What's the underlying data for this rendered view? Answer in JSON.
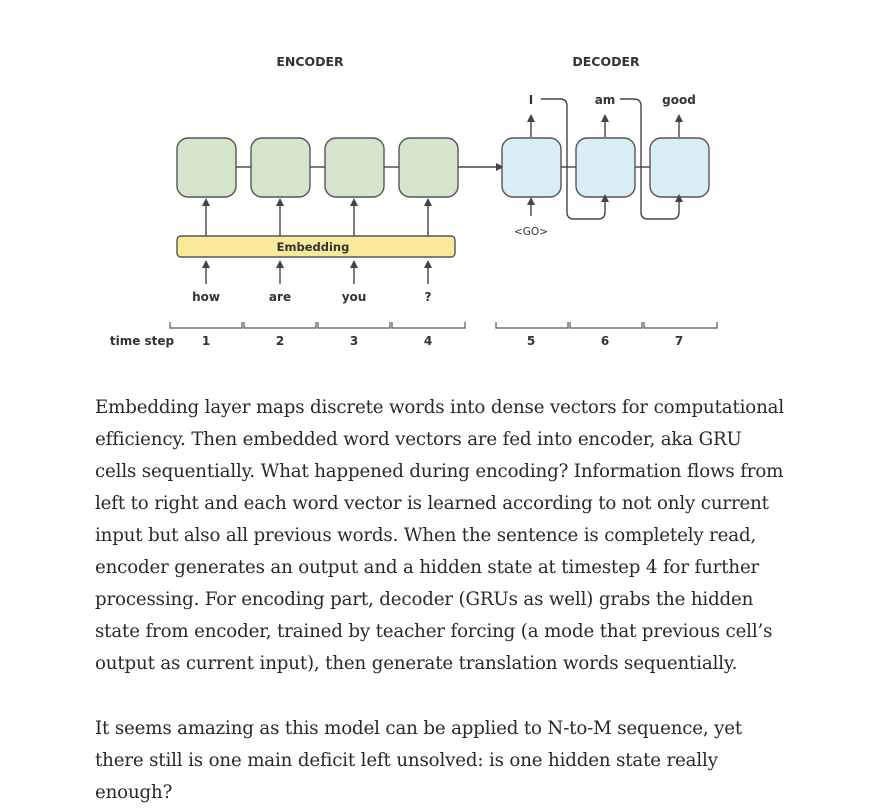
{
  "diagram": {
    "encoder_title": "ENCODER",
    "decoder_title": "DECODER",
    "embedding_label": "Embedding",
    "input_words": [
      "how",
      "are",
      "you",
      "?"
    ],
    "go_token": "<GO>",
    "output_words": [
      "I",
      "am",
      "good"
    ],
    "time_step_label": "time step",
    "time_steps": [
      "1",
      "2",
      "3",
      "4",
      "5",
      "6",
      "7"
    ],
    "colors": {
      "encoder_cell": "#d5e5cc",
      "decoder_cell": "#d8edf5",
      "embedding": "#fbe99a",
      "line": "#444444"
    }
  },
  "article": {
    "paragraph_1": "Embedding layer maps discrete words into dense vectors for computational efficiency. Then embedded word vectors are fed into encoder, aka GRU cells sequentially. What happened during encoding? Information flows from left to right and each word vector is learned according to not only current input but also all previous words. When the sentence is completely read, encoder generates an output and a hidden state at timestep 4 for further processing. For encoding part, decoder (GRUs as well) grabs the hidden state from encoder, trained by teacher forcing (a mode that previous cell’s output as current input), then generate translation words sequentially.",
    "paragraph_2": "It seems amazing as this model can be applied to N-to-M sequence, yet there still is one main deficit left unsolved: is one hidden state really enough?"
  }
}
